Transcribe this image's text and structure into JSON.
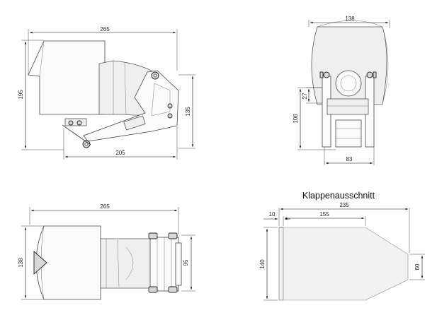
{
  "views": {
    "side": {
      "width": "265",
      "height": "195",
      "bracket_height": "135",
      "base_length": "205"
    },
    "front": {
      "width": "138",
      "height": "106",
      "offset": "27",
      "base_width": "83"
    },
    "top": {
      "width": "265",
      "diameter": "138",
      "clamp_width": "95"
    },
    "cutout": {
      "title": "Klappenausschnitt",
      "total_length": "235",
      "offset": "10",
      "top_length": "155",
      "height": "140",
      "end_height": "60"
    }
  }
}
